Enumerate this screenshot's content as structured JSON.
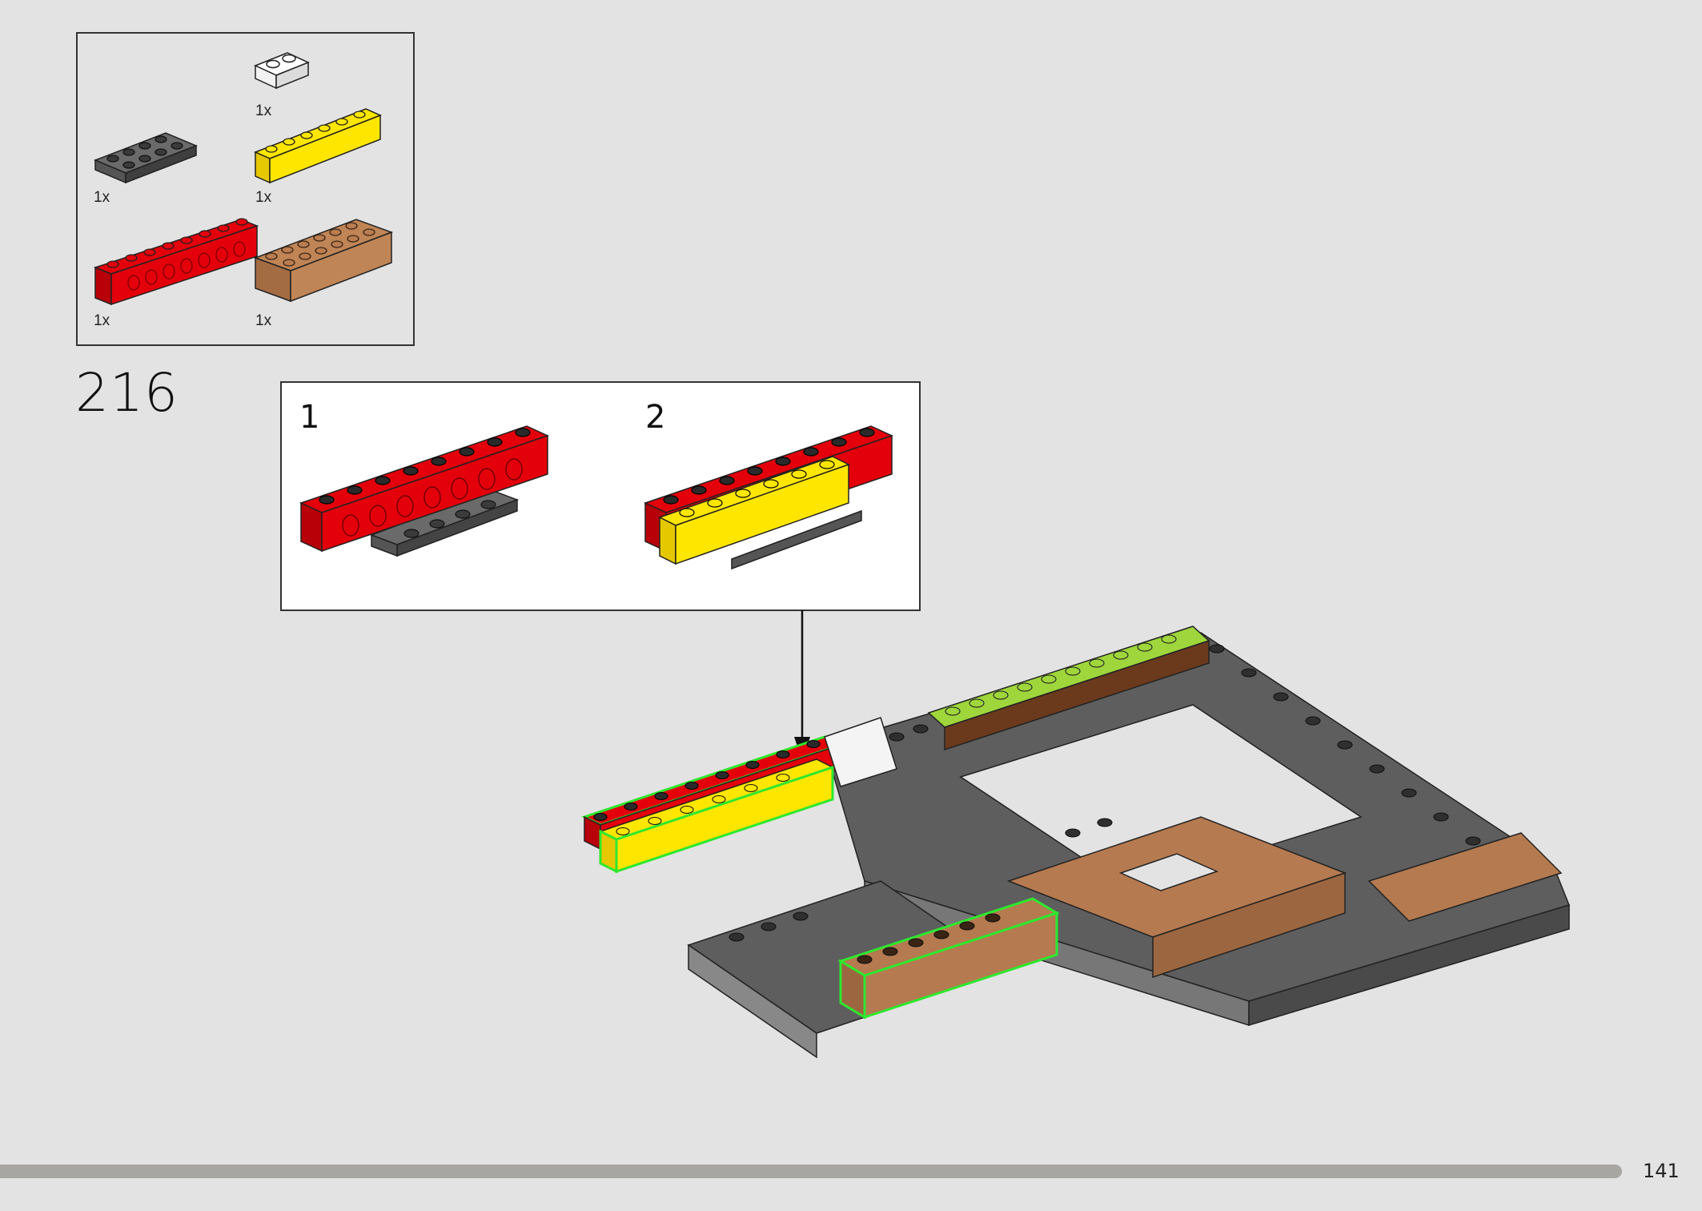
{
  "step": {
    "number": "216"
  },
  "parts": [
    {
      "name": "white-plate-1x2",
      "qty": "1x"
    },
    {
      "name": "dark-gray-plate-2x4",
      "qty": "1x"
    },
    {
      "name": "yellow-brick-1x6",
      "qty": "1x"
    },
    {
      "name": "red-technic-brick-1x8",
      "qty": "1x"
    },
    {
      "name": "tan-brick-2x6",
      "qty": "1x"
    }
  ],
  "substeps": [
    {
      "label": "1"
    },
    {
      "label": "2"
    }
  ],
  "colors": {
    "background": "#e3e3e3",
    "red": "#e3000b",
    "yellow": "#ffe600",
    "dark_gray": "#5e5e5e",
    "light_gray": "#a7a7a7",
    "tan": "#b57a50",
    "lime": "#9ed63c",
    "highlight": "#2ee82e"
  },
  "footer": {
    "page_number": "141"
  }
}
